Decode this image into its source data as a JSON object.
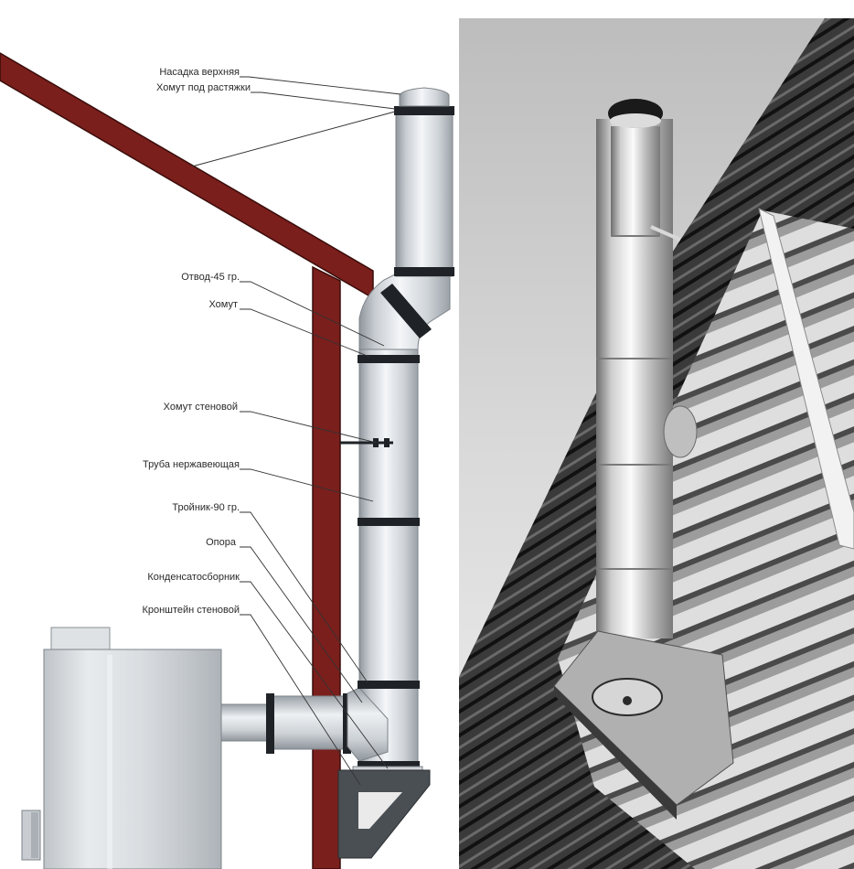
{
  "labels": {
    "top_cap": "Насадка верхняя",
    "guy_clamp": "Хомут под растяжки",
    "elbow45": "Отвод-45 гр.",
    "clamp": "Хомут",
    "wall_clamp": "Хомут стеновой",
    "stainless_pipe": "Труба нержавеющая",
    "tee90": "Тройник-90 гр.",
    "support": "Опора",
    "condensate": "Конденсатосборник",
    "wall_bracket": "Кронштейн стеновой"
  },
  "colors": {
    "roof": "#7a1f1c",
    "roof_stroke": "#3a0d0b",
    "pipe_light": "#e9ecef",
    "pipe_mid": "#c7ccd1",
    "pipe_dark": "#8f969c",
    "clamp": "#1f2327",
    "leader": "#333333"
  }
}
